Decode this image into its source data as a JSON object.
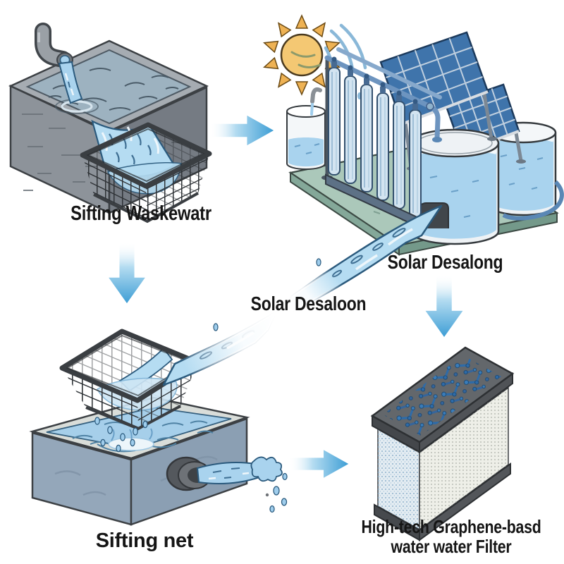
{
  "diagram": {
    "background": "#ffffff",
    "stages": [
      {
        "id": "sifting-wastewater",
        "position": "top-left",
        "label": "Sifting Waskewatr"
      },
      {
        "id": "solar-desalination",
        "position": "top-right",
        "label": "Solar Desalong"
      },
      {
        "id": "sifting-net",
        "position": "bottom-left",
        "label": "Sifting net"
      },
      {
        "id": "graphene-filter",
        "position": "bottom-right",
        "label_line1": "High-tech Graphene-basd",
        "label_line2": "water water Filter"
      }
    ],
    "stream_label": "Solar Desaloon",
    "arrows": [
      {
        "from": "sifting-wastewater",
        "to": "solar-desalination",
        "direction": "right"
      },
      {
        "from": "sifting-wastewater",
        "to": "sifting-net",
        "direction": "down"
      },
      {
        "from": "solar-desalination",
        "to": "graphene-filter",
        "direction": "down"
      },
      {
        "from": "sifting-net",
        "to": "graphene-filter",
        "direction": "right"
      }
    ],
    "colors": {
      "arrow_blue": "#3e9ed5",
      "water_fill": "#aed7f0",
      "water_outline": "#2b5a7d",
      "tank_gray": "#8d939a",
      "mesh_dark": "#34383c",
      "platform_green": "#abc8ba",
      "basin_blue_gray": "#94a7ba",
      "filter_slab": "#63676b",
      "molecule_blue": "#3578b4",
      "sun_yellow": "#f4c873",
      "sun_ray": "#eeb254"
    }
  }
}
